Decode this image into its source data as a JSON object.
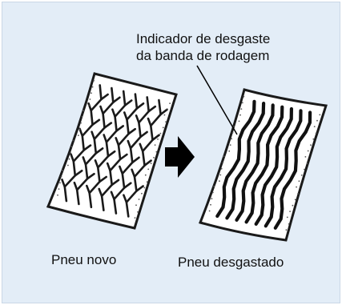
{
  "callout": {
    "line1": "Indicador de desgaste",
    "line2": "da banda de rodagem"
  },
  "captions": {
    "new_tire": "Pneu novo",
    "worn_tire": "Pneu desgastado"
  },
  "colors": {
    "panel_bg": "#e3edf7",
    "tread_bg": "#ffffff",
    "ink": "#111111"
  },
  "icons": {
    "arrow": "right-arrow-icon"
  }
}
